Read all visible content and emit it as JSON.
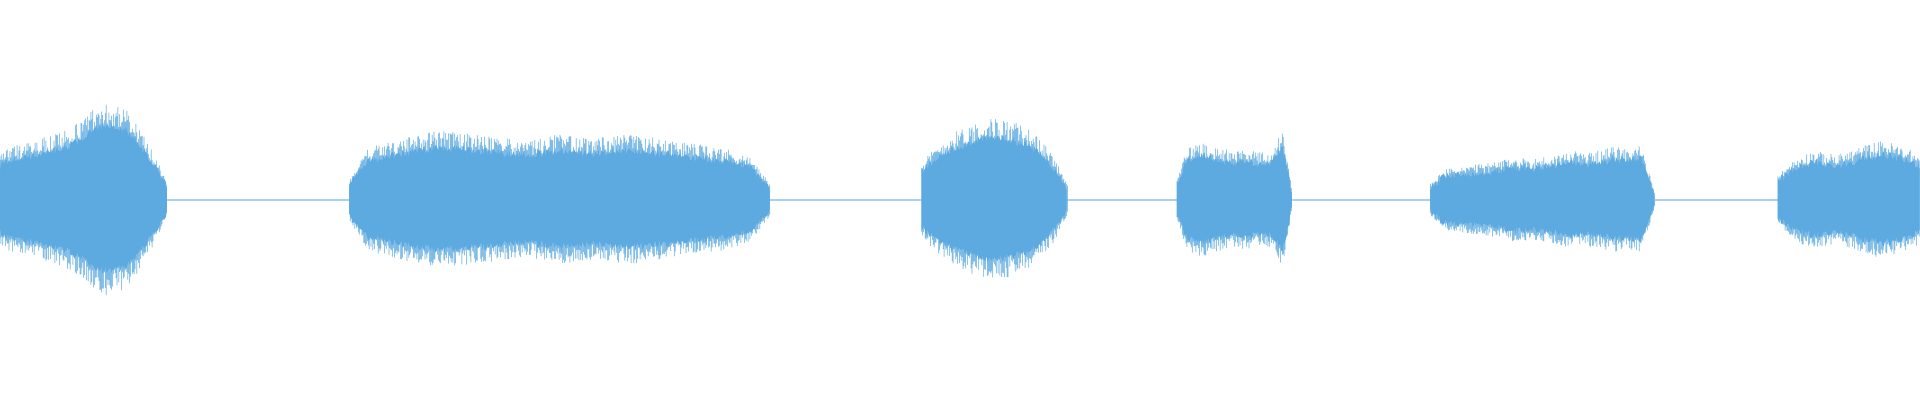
{
  "waveform": {
    "color": "#5DAAE0",
    "background": "#FFFFFF",
    "segments": [
      {
        "start": 0.0,
        "end": 0.087,
        "shape": [
          0.22,
          0.26,
          0.27,
          0.28,
          0.3,
          0.32,
          0.33,
          0.36,
          0.4,
          0.45,
          0.48,
          0.47,
          0.45,
          0.38,
          0.3,
          0.2,
          0.08
        ]
      },
      {
        "start": 0.182,
        "end": 0.401,
        "shape": [
          0.1,
          0.25,
          0.28,
          0.3,
          0.32,
          0.34,
          0.33,
          0.32,
          0.31,
          0.3,
          0.29,
          0.3,
          0.32,
          0.31,
          0.3,
          0.31,
          0.32,
          0.31,
          0.29,
          0.28,
          0.27,
          0.26,
          0.24,
          0.2,
          0.08
        ]
      },
      {
        "start": 0.48,
        "end": 0.556,
        "shape": [
          0.18,
          0.25,
          0.3,
          0.34,
          0.37,
          0.39,
          0.4,
          0.39,
          0.37,
          0.34,
          0.28,
          0.2,
          0.08
        ]
      },
      {
        "start": 0.613,
        "end": 0.673,
        "shape": [
          0.1,
          0.25,
          0.28,
          0.28,
          0.26,
          0.25,
          0.24,
          0.25,
          0.24,
          0.23,
          0.24,
          0.35,
          0.04
        ]
      },
      {
        "start": 0.745,
        "end": 0.862,
        "shape": [
          0.08,
          0.15,
          0.16,
          0.17,
          0.18,
          0.19,
          0.21,
          0.2,
          0.21,
          0.22,
          0.24,
          0.23,
          0.24,
          0.26,
          0.25,
          0.27,
          0.03
        ]
      },
      {
        "start": 0.926,
        "end": 1.0,
        "shape": [
          0.12,
          0.18,
          0.22,
          0.24,
          0.23,
          0.22,
          0.24,
          0.26,
          0.28,
          0.29,
          0.27,
          0.25,
          0.22
        ]
      }
    ],
    "silences": [
      {
        "start": 0.087,
        "end": 0.182
      },
      {
        "start": 0.401,
        "end": 0.48
      },
      {
        "start": 0.556,
        "end": 0.613
      },
      {
        "start": 0.673,
        "end": 0.745
      },
      {
        "start": 0.862,
        "end": 0.926
      }
    ]
  }
}
